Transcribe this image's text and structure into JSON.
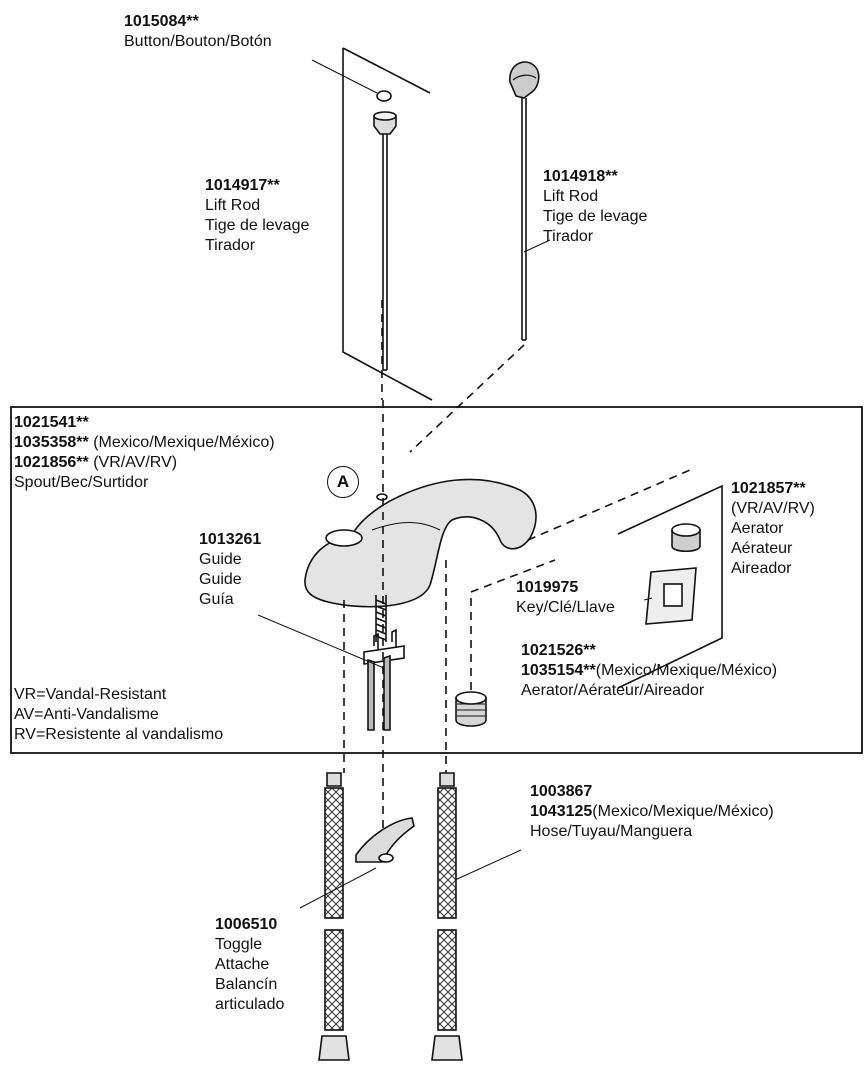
{
  "parts": {
    "button": {
      "pn": "1015084**",
      "lines": [
        "Button/Bouton/Botón"
      ]
    },
    "lift_rod_left": {
      "pn": "1014917**",
      "lines": [
        "Lift Rod",
        "Tige de levage",
        "Tirador"
      ]
    },
    "lift_rod_right": {
      "pn": "1014918**",
      "lines": [
        "Lift Rod",
        "Tige de levage",
        "Tirador"
      ]
    },
    "spout": {
      "pn1": "1021541**",
      "pn2": "1035358**",
      "pn2_note": " (Mexico/Mexique/México)",
      "pn3": "1021856**",
      "pn3_note": " (VR/AV/RV)",
      "desc": "Spout/Bec/Surtidor"
    },
    "guide": {
      "pn": "1013261",
      "lines": [
        "Guide",
        "Guide",
        "Guía"
      ]
    },
    "aerator_vr": {
      "pn": "1021857**",
      "lines": [
        "(VR/AV/RV)",
        "Aerator",
        "Aérateur",
        "Aireador"
      ]
    },
    "key": {
      "pn": "1019975",
      "lines": [
        "Key/Clé/Llave"
      ]
    },
    "aerator": {
      "pn1": "1021526**",
      "pn2": "1035154**",
      "pn2_note": "(Mexico/Mexique/México)",
      "desc": "Aerator/Aérateur/Aireador"
    },
    "hose": {
      "pn1": "1003867",
      "pn2": "1043125",
      "pn2_note": "(Mexico/Mexique/México)",
      "desc": "Hose/Tuyau/Manguera"
    },
    "toggle": {
      "pn": "1006510",
      "lines": [
        "Toggle",
        "Attache",
        "Balancín",
        "articulado"
      ]
    }
  },
  "legend": [
    "VR=Vandal-Resistant",
    "AV=Anti-Vandalisme",
    "RV=Resistente al vandalismo"
  ],
  "callout": "A"
}
